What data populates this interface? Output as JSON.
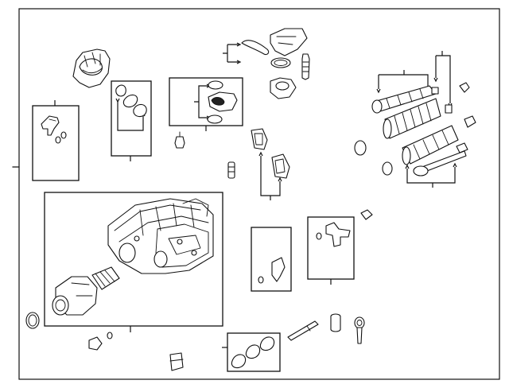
{
  "diagram": {
    "background": "#ffffff",
    "ink": "#111111",
    "groups": [
      {
        "id": "supercharger-assembly"
      },
      {
        "id": "bypass-valve-kit"
      },
      {
        "id": "outlet-gasket-kit"
      },
      {
        "id": "throttle-actuator-kit"
      },
      {
        "id": "intercooler-kit"
      },
      {
        "id": "sensor-kit"
      },
      {
        "id": "bracket-kit"
      },
      {
        "id": "elbow-gasket-kit"
      },
      {
        "id": "intake-duct-kit"
      }
    ],
    "labels": []
  }
}
